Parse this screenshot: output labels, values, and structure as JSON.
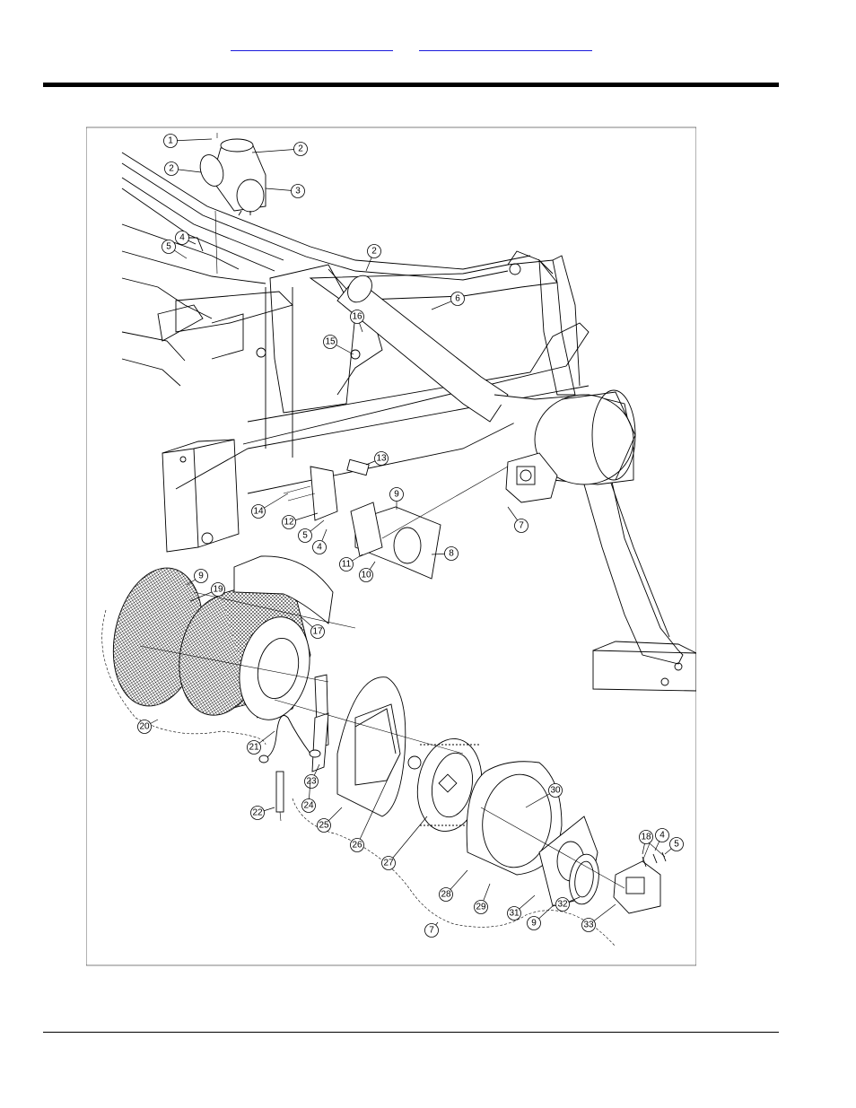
{
  "header": {
    "link_left": "",
    "link_right": ""
  },
  "callouts": [
    {
      "n": "1"
    },
    {
      "n": "2"
    },
    {
      "n": "2"
    },
    {
      "n": "3"
    },
    {
      "n": "4"
    },
    {
      "n": "5"
    },
    {
      "n": "2"
    },
    {
      "n": "6"
    },
    {
      "n": "16"
    },
    {
      "n": "15"
    },
    {
      "n": "13"
    },
    {
      "n": "9"
    },
    {
      "n": "14"
    },
    {
      "n": "12"
    },
    {
      "n": "5"
    },
    {
      "n": "4"
    },
    {
      "n": "11"
    },
    {
      "n": "10"
    },
    {
      "n": "8"
    },
    {
      "n": "7"
    },
    {
      "n": "9"
    },
    {
      "n": "19"
    },
    {
      "n": "17"
    },
    {
      "n": "20"
    },
    {
      "n": "21"
    },
    {
      "n": "23"
    },
    {
      "n": "22"
    },
    {
      "n": "24"
    },
    {
      "n": "25"
    },
    {
      "n": "26"
    },
    {
      "n": "27"
    },
    {
      "n": "30"
    },
    {
      "n": "18"
    },
    {
      "n": "4"
    },
    {
      "n": "5"
    },
    {
      "n": "28"
    },
    {
      "n": "29"
    },
    {
      "n": "31"
    },
    {
      "n": "9"
    },
    {
      "n": "32"
    },
    {
      "n": "33"
    },
    {
      "n": "7"
    }
  ]
}
